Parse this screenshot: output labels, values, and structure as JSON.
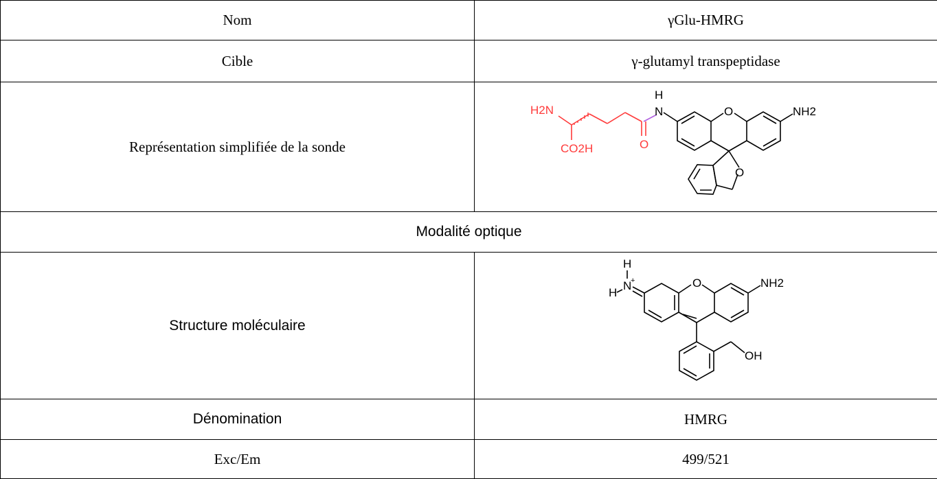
{
  "table": {
    "rows": {
      "nom": {
        "label": "Nom",
        "value": "γGlu-HMRG"
      },
      "cible": {
        "label": "Cible",
        "value": "γ-glutamyl transpeptidase"
      },
      "representation": {
        "label": "Représentation simplifiée de la sonde"
      },
      "modalite": {
        "label": "Modalité optique"
      },
      "structure": {
        "label": "Structure moléculaire"
      },
      "denomination": {
        "label": "Dénomination",
        "value": "HMRG"
      },
      "excem": {
        "label": "Exc/Em",
        "value": "499/521"
      }
    }
  },
  "probe_structure": {
    "atoms": {
      "h2n": "H2N",
      "co2h": "CO2H",
      "o_carbonyl": "O",
      "nh": "N",
      "h": "H",
      "o_ring": "O",
      "nh2": "NH2",
      "o_lactone": "O"
    }
  },
  "hmrg_structure": {
    "atoms": {
      "h_top": "H",
      "n_plus": "N",
      "charge": "+",
      "h_left": "H",
      "o_ring": "O",
      "nh2": "NH2",
      "oh": "OH"
    }
  },
  "colors": {
    "glutamyl": "#ff3b3b",
    "amide_bond": "#b060e0",
    "line": "#000000"
  }
}
